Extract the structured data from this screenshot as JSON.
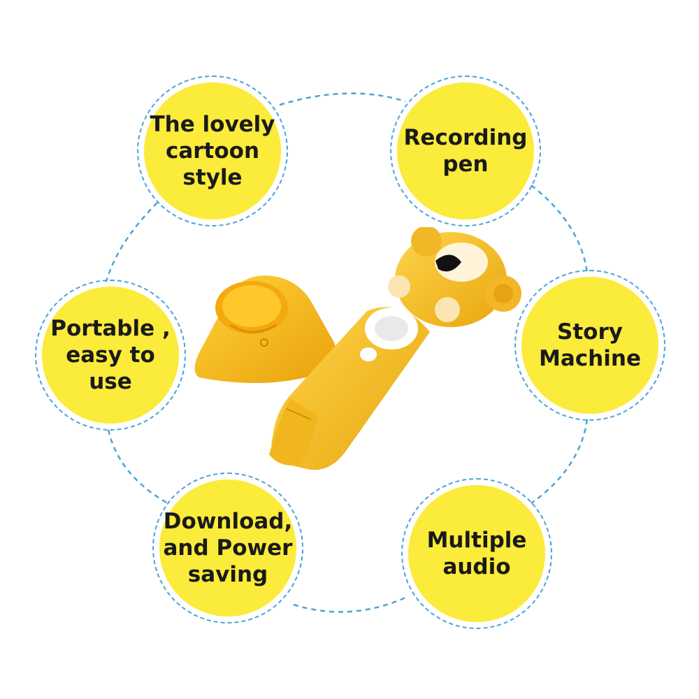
{
  "features": [
    {
      "id": "cartoon-style",
      "label": "The lovely\ncartoon style"
    },
    {
      "id": "recording-pen",
      "label": "Recording\npen"
    },
    {
      "id": "portable",
      "label": "Portable ,\neasy to use"
    },
    {
      "id": "story-machine",
      "label": "Story\nMachine"
    },
    {
      "id": "download",
      "label": "Download,\nand Power\nsaving"
    },
    {
      "id": "multiple-audio",
      "label": "Multiple\naudio"
    }
  ],
  "colors": {
    "circle_fill": "#fbeb3b",
    "dashed_ring": "#4aa3d8",
    "product_yellow": "#f6c21c",
    "text": "#1a1a1a"
  }
}
